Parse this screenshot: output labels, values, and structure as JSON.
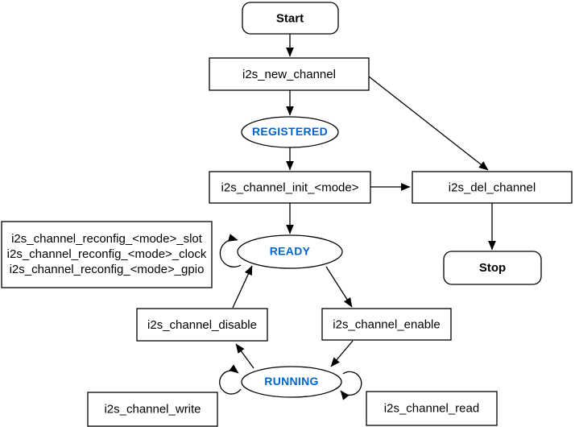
{
  "colors": {
    "state_label": "#0066CC",
    "line": "#000000",
    "node_fill": "#ffffff"
  },
  "nodes": {
    "start": {
      "label": "Start"
    },
    "new_channel": {
      "label": "i2s_new_channel"
    },
    "registered": {
      "label": "REGISTERED"
    },
    "init": {
      "label": "i2s_channel_init_<mode>"
    },
    "del": {
      "label": "i2s_del_channel"
    },
    "stop": {
      "label": "Stop"
    },
    "reconfig": {
      "lines": [
        "i2s_channel_reconfig_<mode>_slot",
        "i2s_channel_reconfig_<mode>_clock",
        "i2s_channel_reconfig_<mode>_gpio"
      ]
    },
    "ready": {
      "label": "READY"
    },
    "disable": {
      "label": "i2s_channel_disable"
    },
    "enable": {
      "label": "i2s_channel_enable"
    },
    "running": {
      "label": "RUNNING"
    },
    "write": {
      "label": "i2s_channel_write"
    },
    "read": {
      "label": "i2s_channel_read"
    }
  },
  "edges": [
    {
      "from": "start",
      "to": "new_channel"
    },
    {
      "from": "new_channel",
      "to": "registered"
    },
    {
      "from": "new_channel",
      "to": "del"
    },
    {
      "from": "registered",
      "to": "init"
    },
    {
      "from": "init",
      "to": "del"
    },
    {
      "from": "init",
      "to": "ready"
    },
    {
      "from": "del",
      "to": "stop"
    },
    {
      "from": "ready",
      "to": "ready",
      "kind": "self-loop"
    },
    {
      "from": "disable",
      "to": "ready"
    },
    {
      "from": "ready",
      "to": "enable"
    },
    {
      "from": "enable",
      "to": "running"
    },
    {
      "from": "running",
      "to": "disable"
    },
    {
      "from": "running",
      "to": "running",
      "kind": "self-loop-left"
    },
    {
      "from": "running",
      "to": "running",
      "kind": "self-loop-right"
    }
  ]
}
